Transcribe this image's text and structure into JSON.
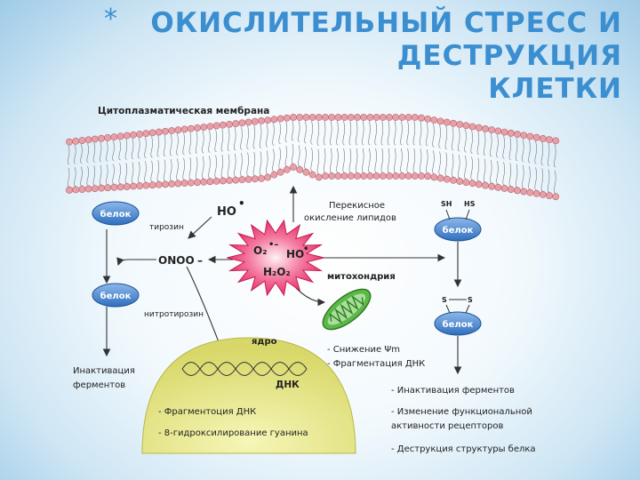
{
  "title": {
    "bullet": "*",
    "line1": "ОКИСЛИТЕЛЬНЫЙ СТРЕСС И ДЕСТРУКЦИЯ",
    "line2": "КЛЕТКИ"
  },
  "diagram": {
    "membrane_label": "Цитоплазматическая мембрана",
    "protein_label": "белок",
    "tyrosine": "тирозин",
    "nitrotyrosine": "нитротирозин",
    "hydroxyl_radical": "HO",
    "peroxynitrite": "ONOO",
    "ros": {
      "superoxide": "O₂",
      "hydroxyl": "HO",
      "peroxide": "H₂O₂"
    },
    "lipid_peroxidation": [
      "Перекисное",
      "окисление липидов"
    ],
    "sh_left": "SH",
    "sh_right": "HS",
    "s_left": "S",
    "s_right": "S",
    "mitochondria": "митохондрия",
    "nucleus": "ядро",
    "dna": "ДНК",
    "enzyme_inactivation": [
      "Инактивация",
      "ферментов"
    ],
    "mito_effects": [
      "- Снижение Ψm",
      "- Фрагментация ДНК"
    ],
    "nucleus_effects": [
      "- Фрагментоция ДНК",
      "- 8-гидроксилирование гуанина"
    ],
    "protein_effects": [
      "- Инактивация ферментов",
      "- Изменение функциональной",
      "активности рецепторов",
      "- Деструкция структуры белка"
    ]
  },
  "colors": {
    "title": "#3b8fd0",
    "protein_ellipse": "#4a86cf",
    "membrane_head": "#e8a0a8",
    "ros_star": "#e8336b",
    "nucleus": "#e9e98e",
    "mitochondria": "#5cb947"
  }
}
